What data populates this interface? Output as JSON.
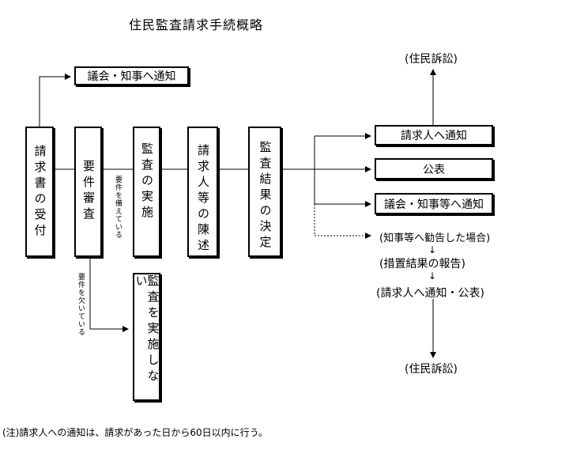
{
  "title": "住民監査請求手続概略",
  "steps": {
    "receipt": "請求書の受付",
    "requirement": "要件審査",
    "audit": "監査の実施",
    "statement": "請求人等の陳述",
    "decision": "監査結果の決定",
    "no_audit": "監査を実施しない"
  },
  "labels": {
    "requirements_met": "要件を備えている",
    "requirements_missing": "要件を欠いている"
  },
  "notices": {
    "assembly_governor": "議会・知事へ通知",
    "requester": "請求人へ通知",
    "publish": "公表",
    "assembly_governor_etc": "議会・知事等へ通知"
  },
  "flow": {
    "lawsuit_top": "(住民訴訟)",
    "recommendation": "(知事等へ勧告した場合)",
    "arrow1": "↓",
    "measures_report": "(措置結果の報告)",
    "arrow2": "↓",
    "notify_publish": "(請求人へ通知・公表)",
    "lawsuit_bottom": "(住民訴訟)"
  },
  "footnote": "(注)請求人への通知は、請求があった日から60日以内に行う。"
}
